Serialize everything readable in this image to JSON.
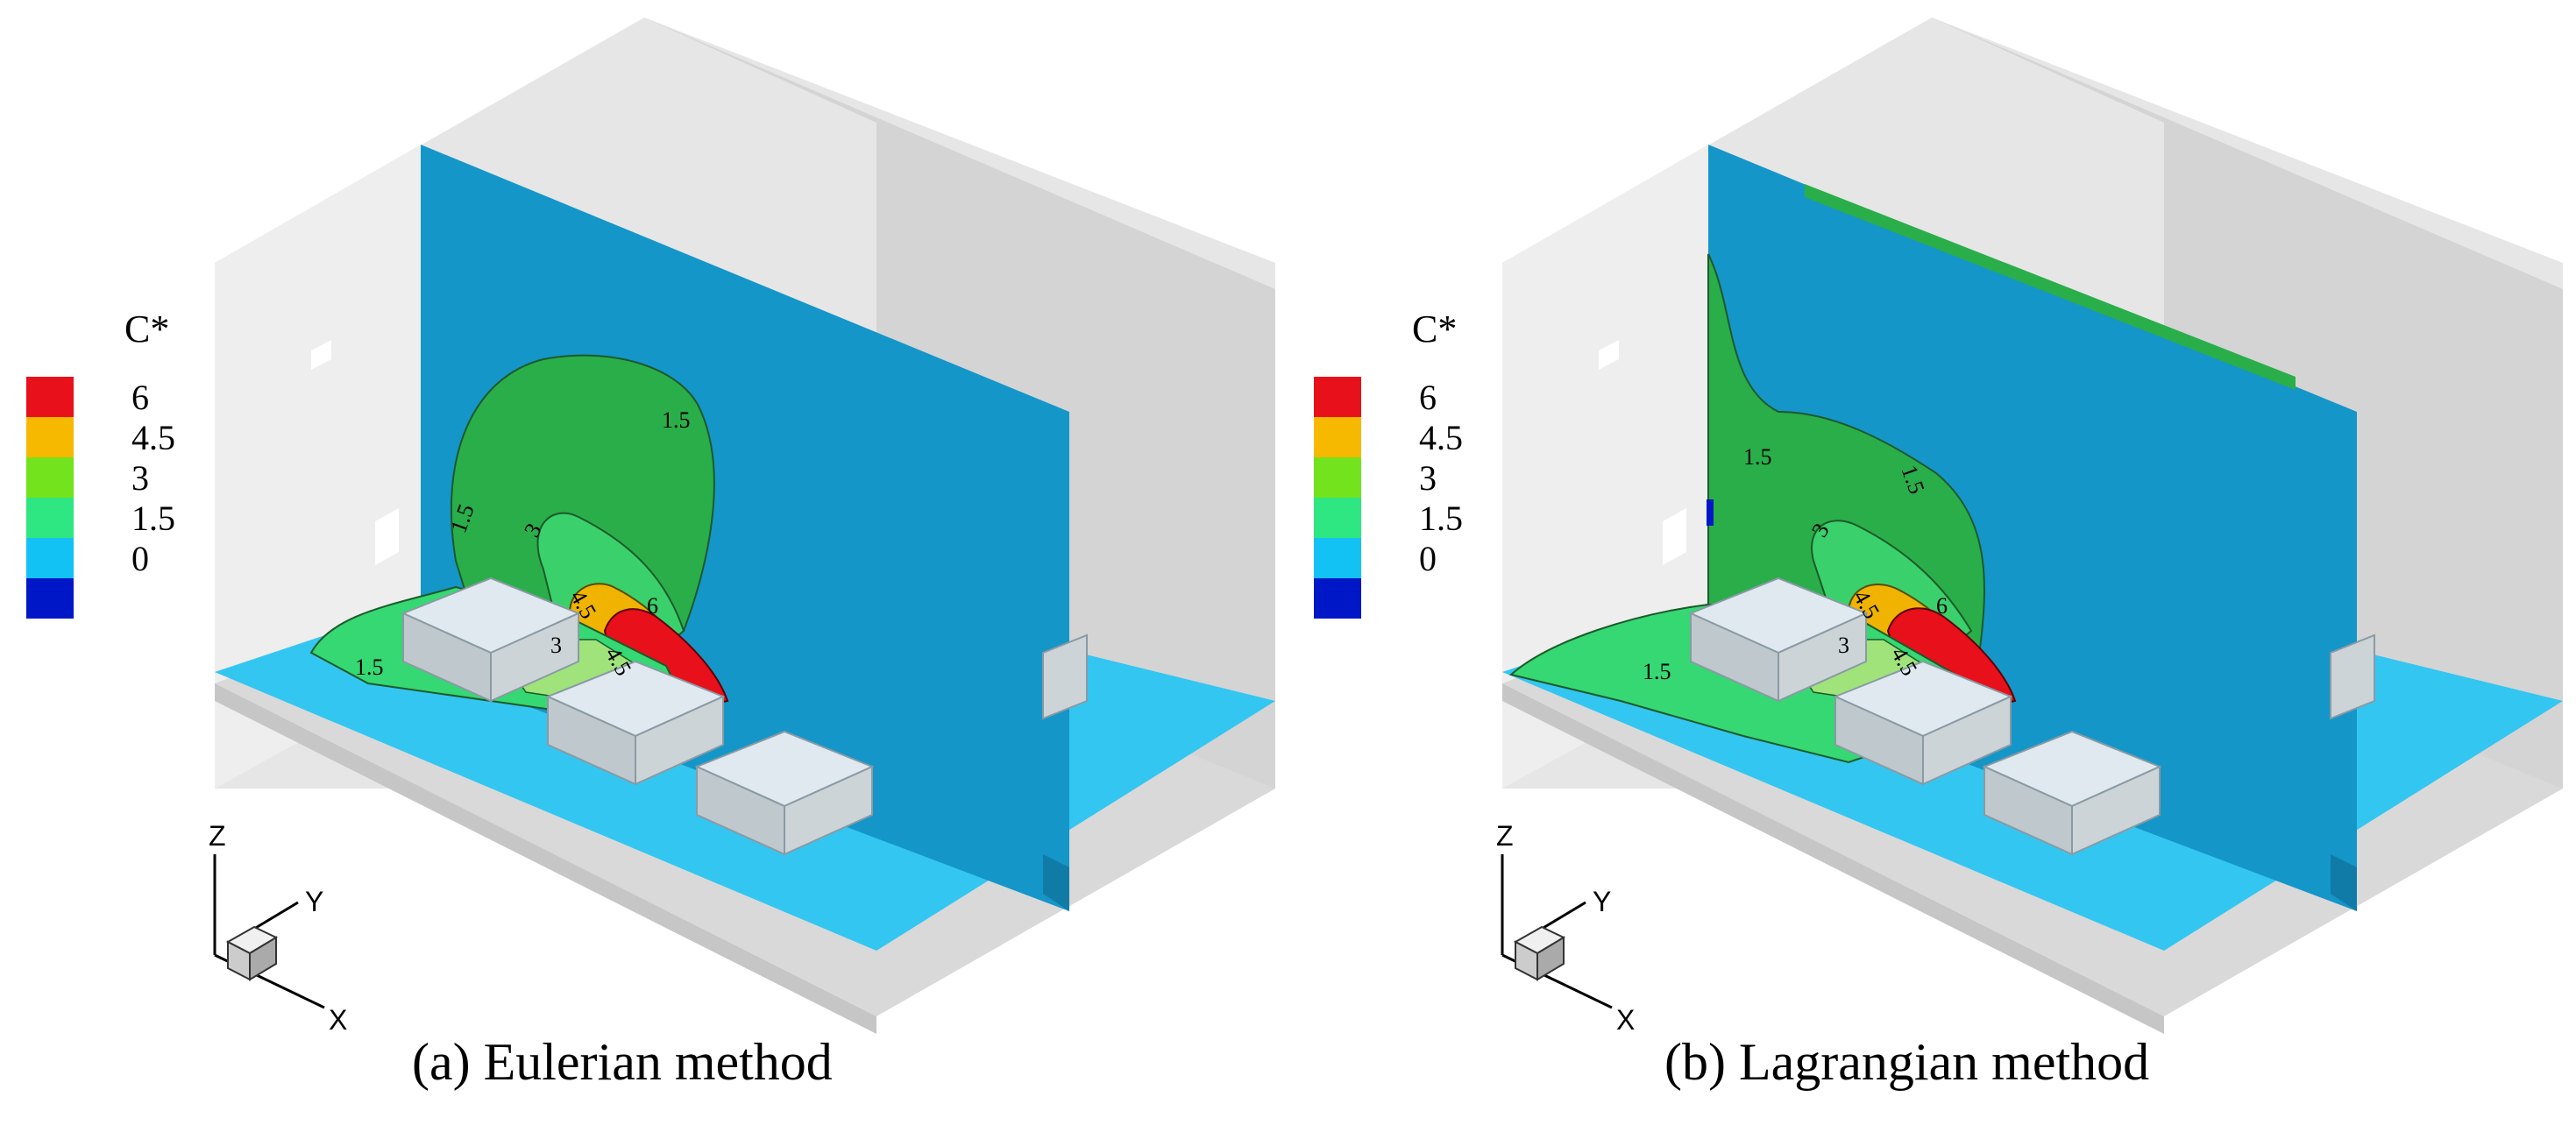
{
  "legend": {
    "title": "C*",
    "levels": [
      {
        "label": "6",
        "color": "#e8101a"
      },
      {
        "label": "4.5",
        "color": "#f7b800"
      },
      {
        "label": "3",
        "color": "#73e31d"
      },
      {
        "label": "1.5",
        "color": "#2ee682"
      },
      {
        "label": "0",
        "color": "#12c2f5"
      },
      {
        "label": "",
        "color": "#0017c8"
      }
    ]
  },
  "panels": [
    {
      "caption": "(a) Eulerian method",
      "contour_labels": [
        "1.5",
        "1.5",
        "1.5",
        "3",
        "3",
        "4.5",
        "4.5",
        "6"
      ]
    },
    {
      "caption": "(b) Lagrangian method",
      "contour_labels": [
        "1.5",
        "1.5",
        "1.5",
        "3",
        "3",
        "4.5",
        "4.5",
        "6"
      ]
    }
  ],
  "axes": {
    "z": "Z",
    "y": "Y",
    "x": "X"
  },
  "colors": {
    "room_wall": "#e3e3e3",
    "room_wall_dark": "#d0d0d0",
    "plane_background": "#1496c9",
    "floor_plane": "#33c6f1"
  }
}
